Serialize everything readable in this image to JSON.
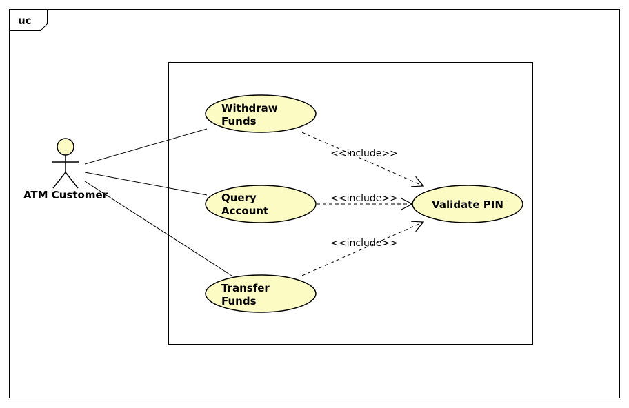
{
  "frame": {
    "tag": "uc"
  },
  "actor": {
    "name": "ATM Customer"
  },
  "use_cases": {
    "withdraw": {
      "line1": "Withdraw",
      "line2": "Funds"
    },
    "query": {
      "line1": "Query",
      "line2": "Account"
    },
    "transfer": {
      "line1": "Transfer",
      "line2": "Funds"
    },
    "validate": {
      "label": "Validate PIN"
    }
  },
  "relations": {
    "include_withdraw": "<<include>>",
    "include_query": "<<include>>",
    "include_transfer": "<<include>>"
  },
  "colors": {
    "use_case_fill": "#fcfbc4",
    "stroke": "#000000",
    "background": "#ffffff"
  }
}
